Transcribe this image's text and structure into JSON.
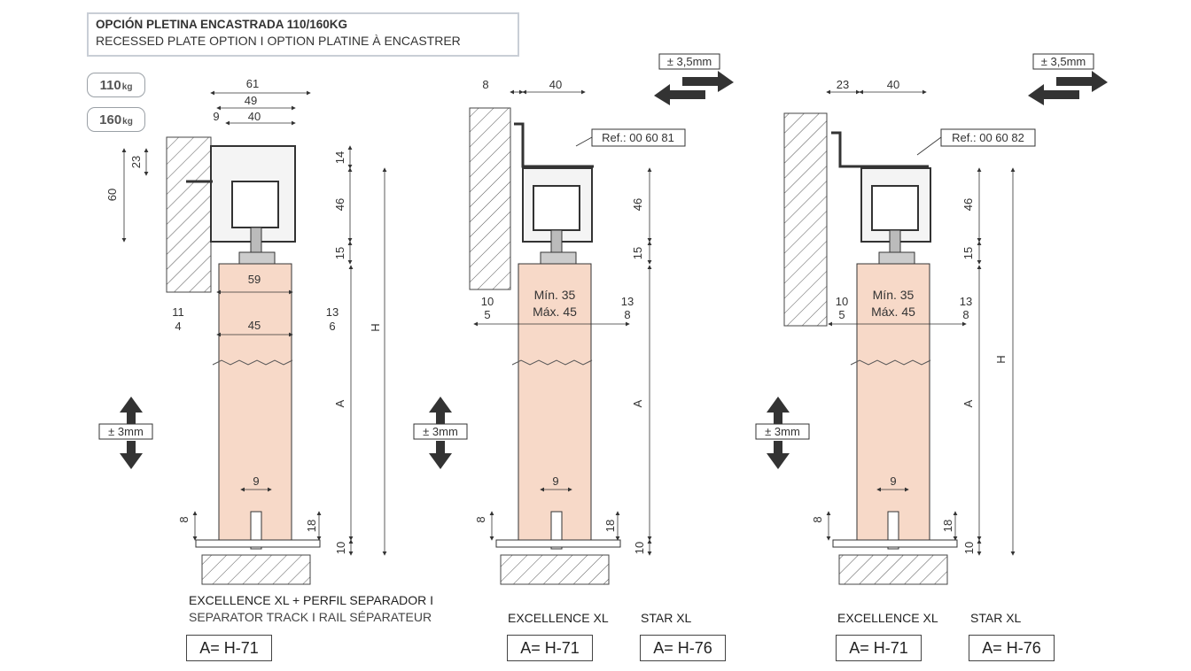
{
  "header": {
    "title": "OPCIÓN PLETINA ENCASTRADA 110/160KG",
    "subtitle": "RECESSED PLATE OPTION  I  OPTION PLATINE À ENCASTRER"
  },
  "weights": {
    "w1": "110",
    "w2": "160",
    "unit": "kg"
  },
  "adjust": {
    "horizontal": "± 3,5mm",
    "vertical": "± 3mm"
  },
  "refs": {
    "ref1": "Ref.: 00 60 81",
    "ref2": "Ref.: 00 60 82"
  },
  "d1": {
    "top61": "61",
    "top49": "49",
    "top9": "9",
    "top40": "40",
    "v23": "23",
    "v60": "60",
    "d14": "14",
    "d46": "46",
    "d15": "15",
    "w59": "59",
    "w45": "45",
    "l11": "11",
    "l4": "4",
    "r13": "13",
    "r6": "6",
    "H": "H",
    "A": "A",
    "g9": "9",
    "b8": "8",
    "b18": "18",
    "b10": "10"
  },
  "d2": {
    "top8": "8",
    "top40": "40",
    "d46": "46",
    "d15": "15",
    "min": "Mín. 35",
    "max": "Máx. 45",
    "l10": "10",
    "l5": "5",
    "r13": "13",
    "r8": "8",
    "A": "A",
    "g9": "9",
    "b8": "8",
    "b18": "18",
    "b10": "10"
  },
  "d3": {
    "top23": "23",
    "top40": "40",
    "d46": "46",
    "d15": "15",
    "min": "Mín. 35",
    "max": "Máx. 45",
    "l10": "10",
    "l5": "5",
    "r13": "13",
    "r8": "8",
    "H": "H",
    "A": "A",
    "g9": "9",
    "b8": "8",
    "b18": "18",
    "b10": "10"
  },
  "captions": {
    "c1a": "EXCELLENCE XL + PERFIL SEPARADOR I",
    "c1b": "SEPARATOR TRACK I RAIL SÉPARATEUR",
    "c2": "EXCELLENCE XL",
    "c3": "STAR XL",
    "c4": "EXCELLENCE XL",
    "c5": "STAR XL"
  },
  "formulas": {
    "f1": "A= H-71",
    "f2": "A= H-71",
    "f3": "A= H-76",
    "f4": "A= H-71",
    "f5": "A= H-76"
  },
  "colors": {
    "door": "#f7d9c8",
    "line": "#333333",
    "frame": "#c9ced6"
  }
}
